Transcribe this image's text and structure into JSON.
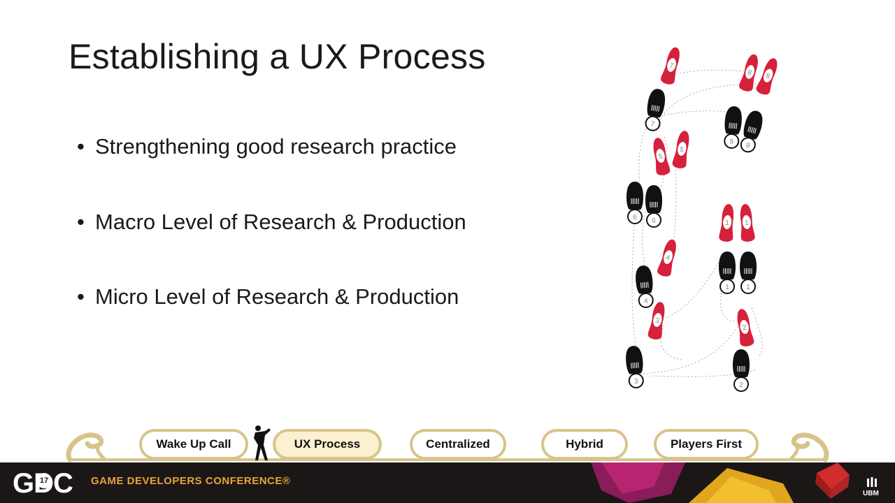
{
  "slide": {
    "title": "Establishing a UX Process",
    "bullets": [
      "Strengthening good research practice",
      "Macro Level of Research & Production",
      "Micro Level of Research & Production"
    ],
    "bullet_symbol": "•"
  },
  "nav": {
    "items": [
      {
        "label": "Wake Up Call",
        "active": false
      },
      {
        "label": "UX Process",
        "active": true
      },
      {
        "label": "Centralized",
        "active": false
      },
      {
        "label": "Hybrid",
        "active": false
      },
      {
        "label": "Players First",
        "active": false
      }
    ]
  },
  "footer": {
    "logo_text": "GDC",
    "logo_year": "17",
    "conference_name": "GAME DEVELOPERS CONFERENCE®",
    "sponsor": "UBM"
  },
  "colors": {
    "accent_gold": "#d8c48a",
    "active_pill": "#fbf0cf",
    "footer_bg": "#1b1717",
    "conf_orange": "#e8a33a",
    "shoe_red": "#d6213b",
    "shoe_black": "#111111"
  },
  "diagram": {
    "footprint_numbers": [
      "1",
      "1",
      "1",
      "1",
      "2",
      "2",
      "3",
      "3",
      "4",
      "4",
      "5",
      "5",
      "6",
      "6",
      "7",
      "7",
      "8",
      "8",
      "9",
      "9"
    ]
  }
}
